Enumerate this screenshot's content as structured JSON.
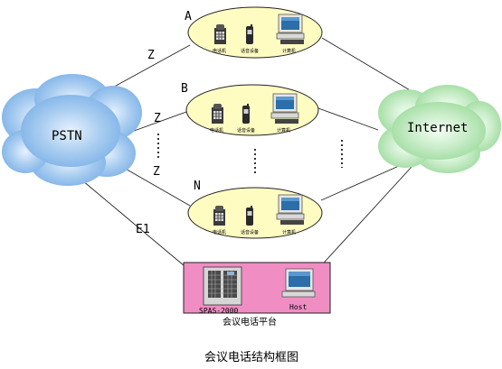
{
  "clouds": {
    "pstn": "PSTN",
    "internet": "Internet"
  },
  "groups": {
    "a": {
      "label": "A",
      "device_labels": [
        "电话机",
        "话音设备",
        "计算机"
      ]
    },
    "b": {
      "label": "B",
      "device_labels": [
        "电话机",
        "话音设备",
        "计算机"
      ]
    },
    "n": {
      "label": "N",
      "device_labels": [
        "电话机",
        "话音设备",
        "计算机"
      ]
    }
  },
  "links": {
    "z_a": "Z",
    "z_b": "Z",
    "z_n": "Z",
    "e1": "E1"
  },
  "platform": {
    "server_label": "SPAS-2000",
    "host_label": "Host",
    "title": "会议电话平台",
    "color": "#f08ec4"
  },
  "caption": "会议电话结构框图"
}
